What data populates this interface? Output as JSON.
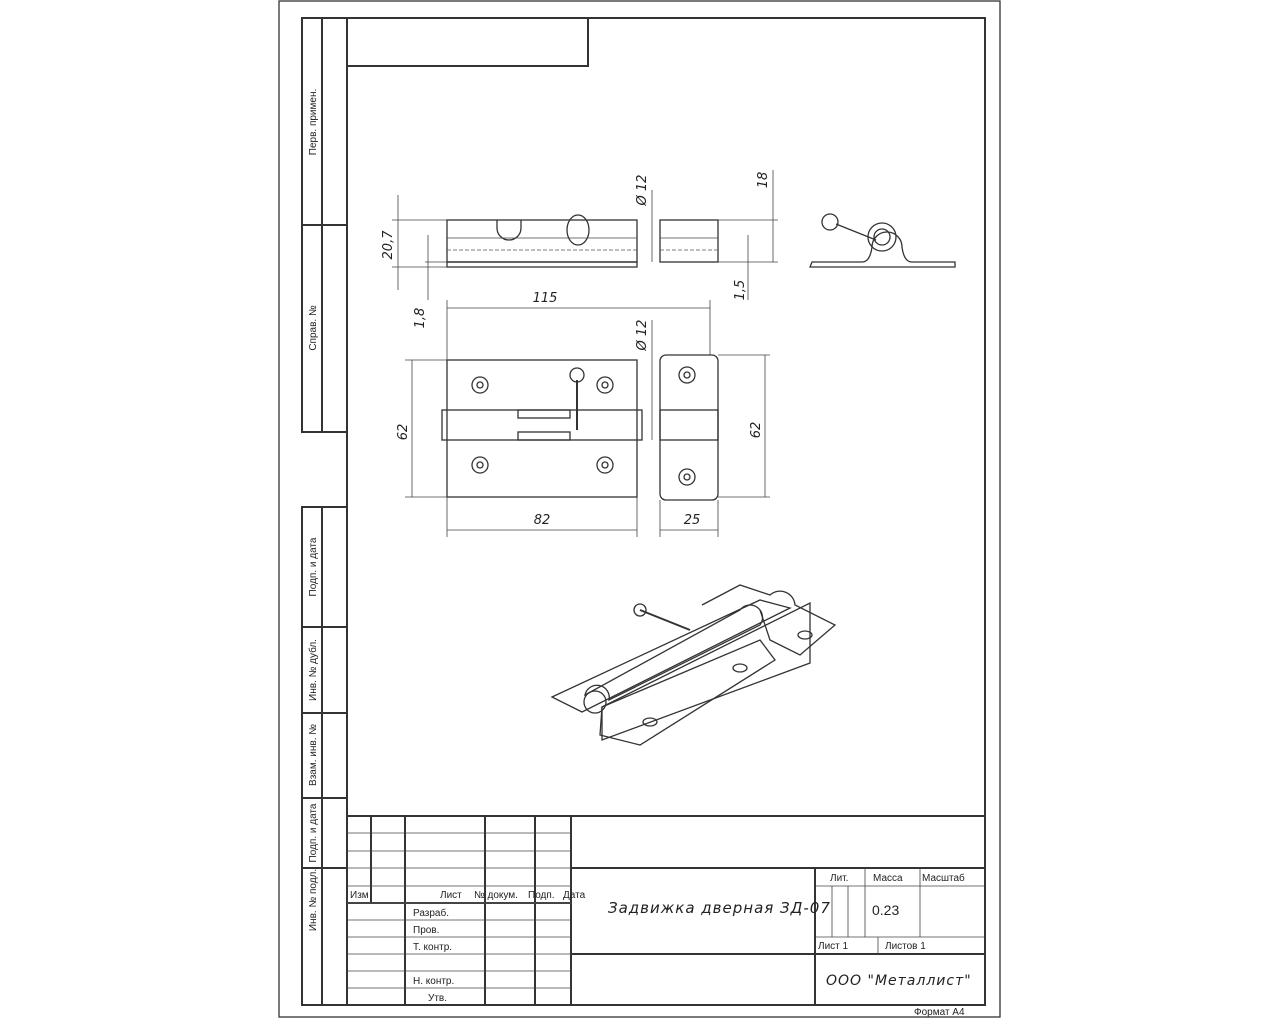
{
  "side_strip": {
    "perv_primen": "Перв. примен.",
    "sprav_no": "Справ. №",
    "podp_data_1": "Подп. и дата",
    "inv_dubl": "Инв. № дубл.",
    "vzam_inv": "Взам. инв. №",
    "podp_data_2": "Подп. и дата",
    "inv_podl": "Инв. № подл."
  },
  "dimensions": {
    "d_height_top": "20,7",
    "d_plate_thk": "1,8",
    "d_dia_top": "Ø 12",
    "d_18": "18",
    "d_1_5": "1,5",
    "d_115": "115",
    "d_dia_front": "Ø 12",
    "d_62_left": "62",
    "d_62_right": "62",
    "d_82": "82",
    "d_25": "25"
  },
  "title_block": {
    "izm": "Изм",
    "list": "Лист",
    "no_dokum": "№ докум.",
    "podp": "Подп.",
    "data": "Дата",
    "razrab": "Разраб.",
    "prov": "Пров.",
    "t_kontr": "Т. контр.",
    "n_kontr": "Н. контр.",
    "utv": "Утв.",
    "drawing_title": "Задвижка дверная ЗД-07",
    "lit": "Лит.",
    "massa": "Масса",
    "masshtab": "Масштаб",
    "mass_value": "0.23",
    "sheet": "Лист 1",
    "sheets": "Листов 1",
    "company": "ООО \"Металлист\"",
    "format": "Формат А4"
  }
}
